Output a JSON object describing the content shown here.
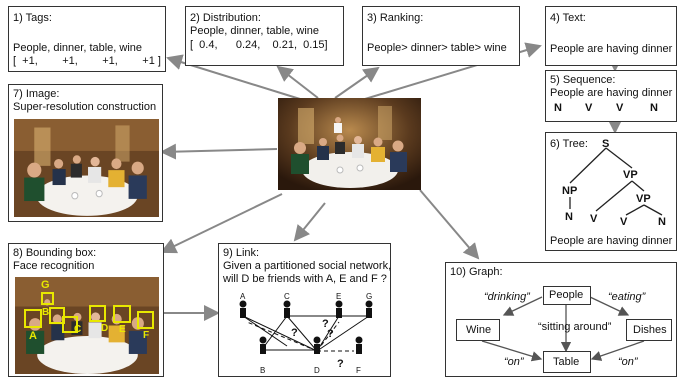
{
  "panels": {
    "tags": {
      "title": "1) Tags:",
      "line1": "People, dinner, table, wine",
      "line2": "[  +1,        +1,        +1,        +1 ]"
    },
    "distribution": {
      "title": "2) Distribution:",
      "line1": "People, dinner, table, wine",
      "line2": "[  0.4,      0.24,    0.21,  0.15]"
    },
    "ranking": {
      "title": "3) Ranking:",
      "line1": "People> dinner> table> wine"
    },
    "text": {
      "title": "4) Text:",
      "line1": "People are having dinner"
    },
    "sequence": {
      "title": "5) Sequence:",
      "line1": "People are having dinner",
      "tags": [
        "N",
        "V",
        "V",
        "N"
      ]
    },
    "tree": {
      "title": "6) Tree:",
      "nodes": {
        "S": "S",
        "NP": "NP",
        "VP1": "VP",
        "VP2": "VP",
        "N": "N",
        "V1": "V",
        "V2": "V",
        "N2": "N"
      },
      "caption": "People are having dinner"
    },
    "image": {
      "title": "7) Image:",
      "subtitle": "Super-resolution construction"
    },
    "bbox": {
      "title": "8) Bounding box:",
      "subtitle": "Face recognition",
      "labels": [
        "G",
        "B",
        "C",
        "D",
        "E",
        "F",
        "A"
      ]
    },
    "link": {
      "title": "9) Link:",
      "line1": "Given a partitioned social network,",
      "line2": "will D be friends with A, E and F ?",
      "nodes": [
        "A",
        "C",
        "E",
        "G",
        "B",
        "D",
        "F"
      ],
      "qmarks": [
        "?",
        "?",
        "?",
        "?"
      ]
    },
    "graph": {
      "title": "10) Graph:",
      "nodes": {
        "people": "People",
        "wine": "Wine",
        "dishes": "Dishes",
        "table": "Table"
      },
      "edges": {
        "drinking": "“drinking”",
        "eating": "“eating”",
        "sitting": "“sitting around”",
        "on1": "“on”",
        "on2": "“on”"
      }
    }
  },
  "colors": {
    "bbox": "#e8e800",
    "arrow": "#888888"
  }
}
